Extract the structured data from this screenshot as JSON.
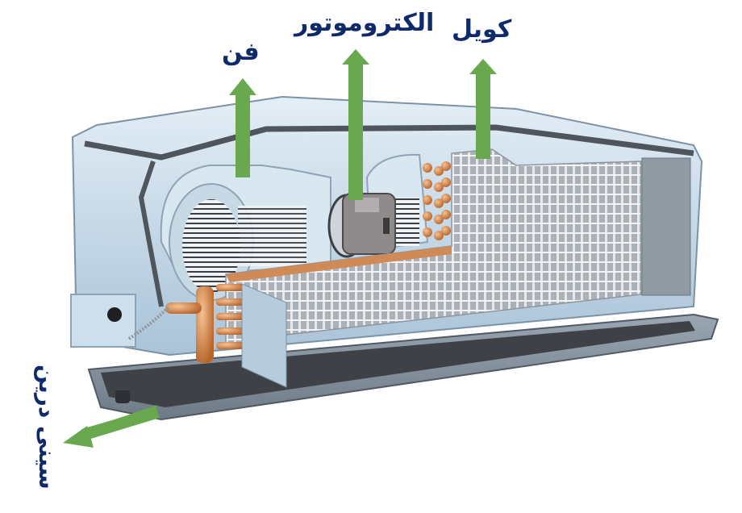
{
  "diagram": {
    "title": "Fan coil unit components",
    "colors": {
      "arrow": "#6aa84f",
      "label_text": "#0f2a6b",
      "casing": "#c9dcea",
      "casing_dark": "#5b6670",
      "coil_copper": "#d98a4e",
      "coil_fins": "#b9bfc6",
      "drain_pan": "#4a4d52"
    },
    "labels": [
      {
        "id": "fan",
        "text": "فن",
        "meaning": "Fan"
      },
      {
        "id": "motor",
        "text": "الکتروموتور",
        "meaning": "Electromotor"
      },
      {
        "id": "coil",
        "text": "کویل",
        "meaning": "Coil"
      },
      {
        "id": "drain_pan",
        "text": "سینی درین",
        "meaning": "Drain pan"
      }
    ]
  }
}
